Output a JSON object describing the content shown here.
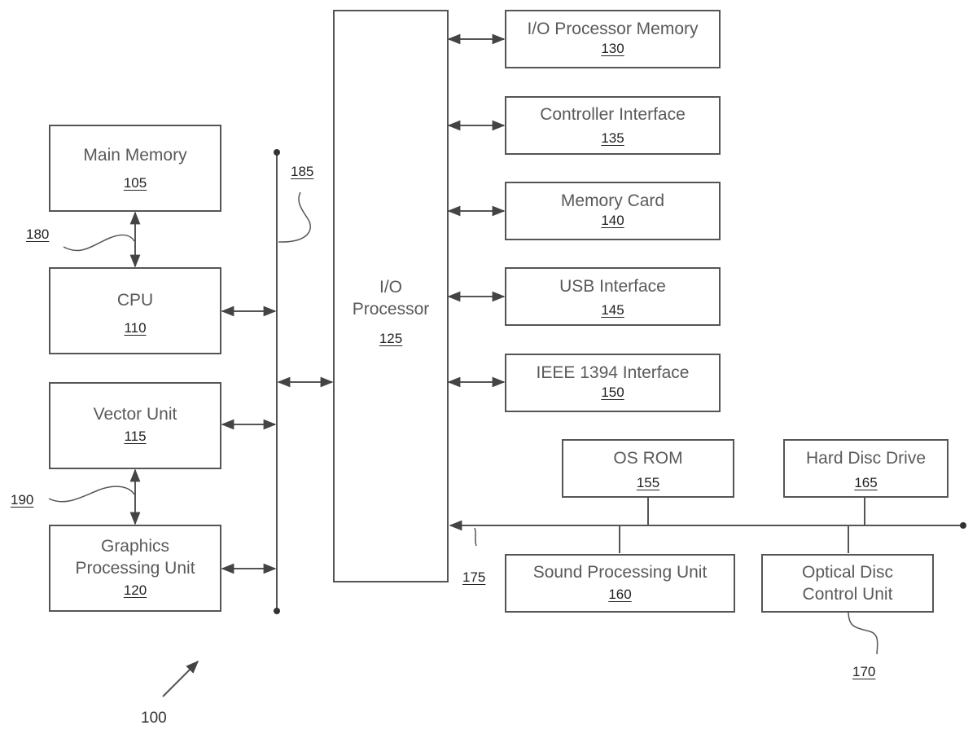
{
  "diagram": {
    "figure_ref": "100",
    "blocks": {
      "main_memory": {
        "name": "Main Memory",
        "num": "105"
      },
      "cpu": {
        "name": "CPU",
        "num": "110"
      },
      "vector_unit": {
        "name": "Vector Unit",
        "num": "115"
      },
      "gpu": {
        "name_line1": "Graphics",
        "name_line2": "Processing Unit",
        "num": "120"
      },
      "io_processor": {
        "name_line1": "I/O",
        "name_line2": "Processor",
        "num": "125"
      },
      "io_processor_memory": {
        "name": "I/O Processor Memory",
        "num": "130"
      },
      "controller_interface": {
        "name": "Controller Interface",
        "num": "135"
      },
      "memory_card": {
        "name": "Memory Card",
        "num": "140"
      },
      "usb_interface": {
        "name": "USB Interface",
        "num": "145"
      },
      "ieee1394_interface": {
        "name": "IEEE 1394 Interface",
        "num": "150"
      },
      "os_rom": {
        "name": "OS ROM",
        "num": "155"
      },
      "sound_processing_unit": {
        "name": "Sound Processing Unit",
        "num": "160"
      },
      "hard_disc_drive": {
        "name": "Hard Disc Drive",
        "num": "165"
      },
      "optical_disc_control_unit": {
        "name_line1": "Optical Disc",
        "name_line2": "Control Unit",
        "num": "170"
      }
    },
    "bus_refs": {
      "memory_bus": "180",
      "main_bus": "185",
      "vector_gpu_bus": "190",
      "io_bus": "175"
    },
    "colors": {
      "line": "#555555",
      "text": "#5a5a5a"
    }
  }
}
